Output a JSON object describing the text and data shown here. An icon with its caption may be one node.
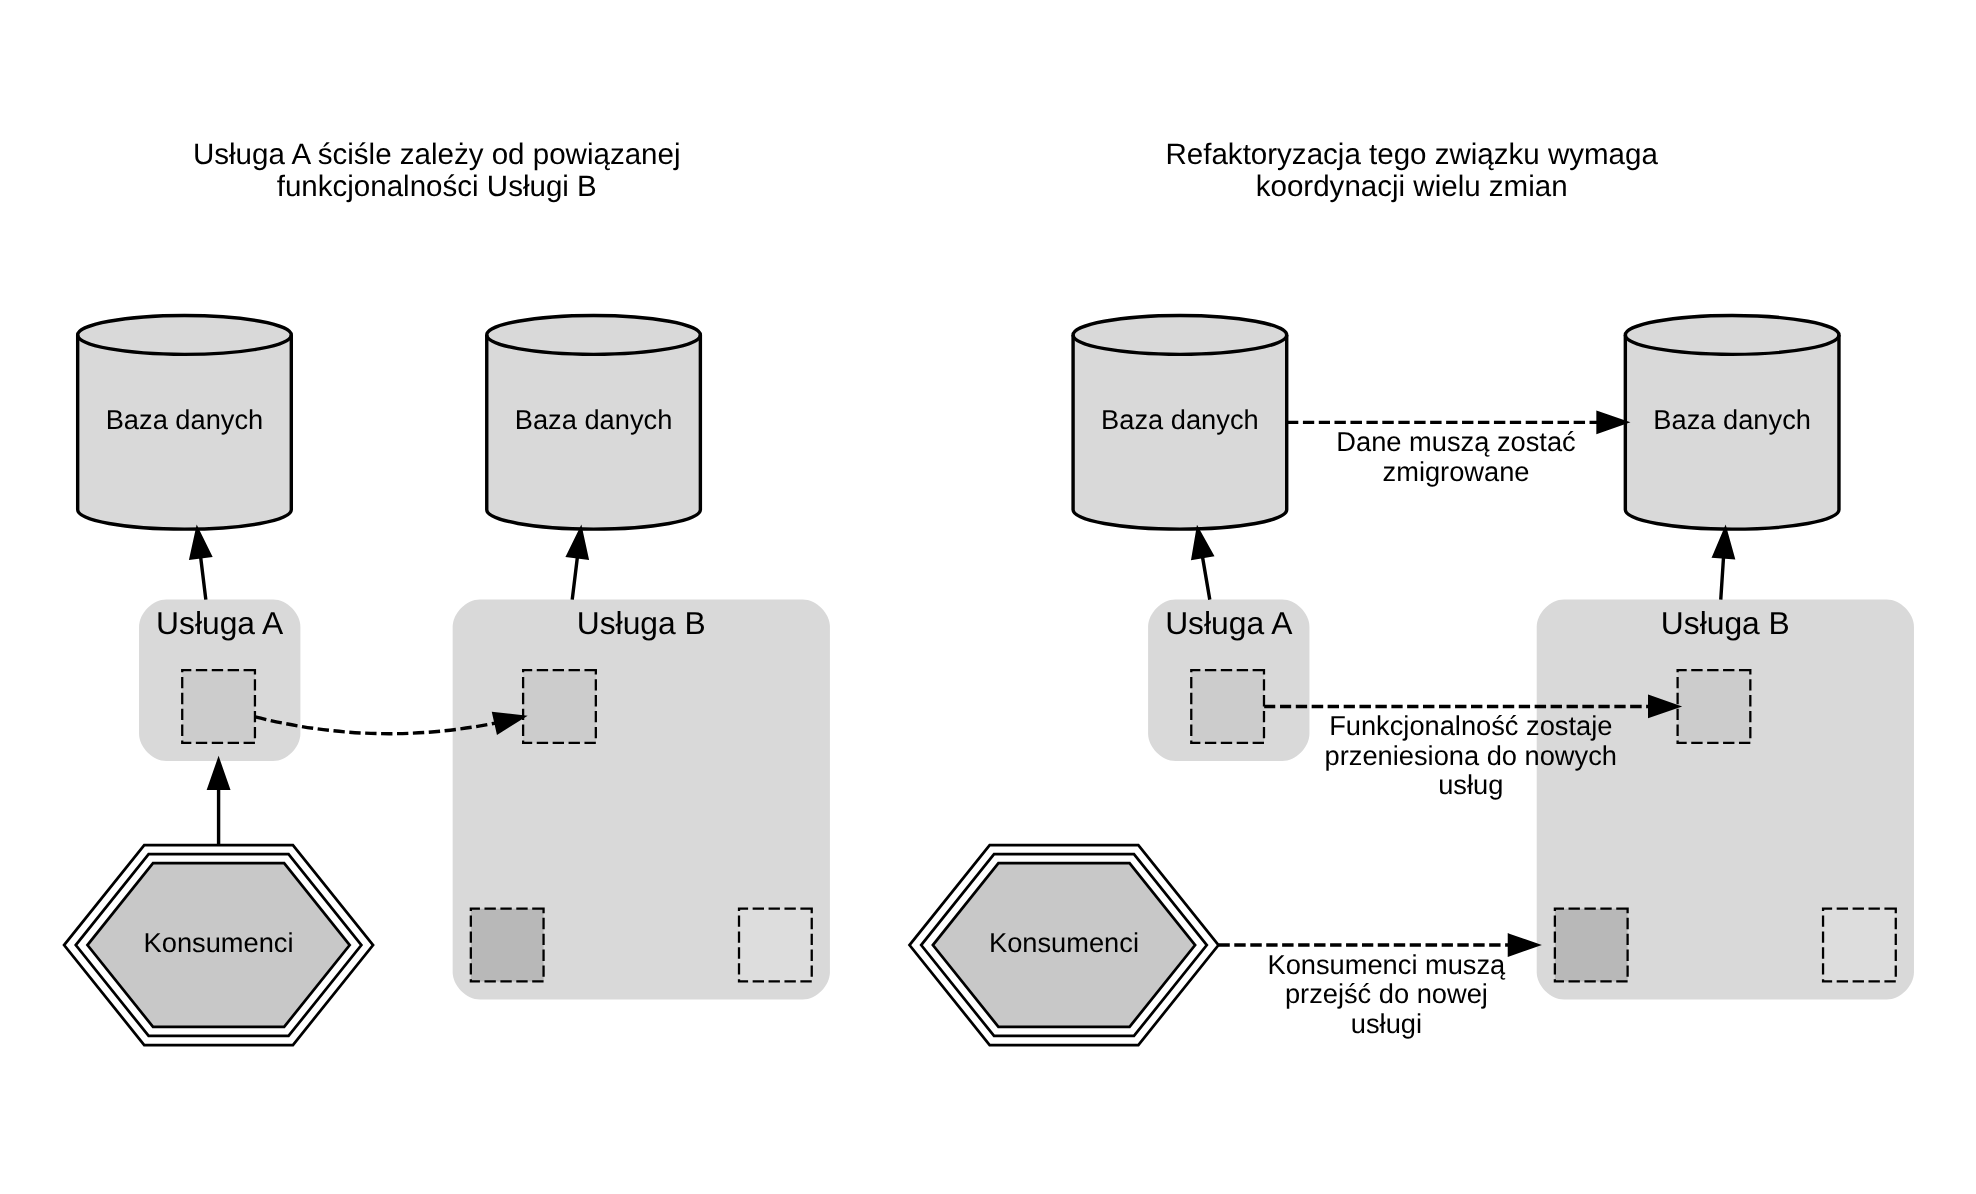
{
  "diagram": {
    "nodes": [
      {
        "text": [
          "Baza danych"
        ]
      },
      {
        "text": [
          "Baza danych"
        ]
      },
      {
        "text": [
          "Usługa A"
        ]
      },
      {
        "text": [],
        "shape": "box",
        "in": 2
      },
      {
        "text": [
          "Usługa B"
        ]
      },
      {
        "text": [],
        "shape": "box",
        "in": 4
      },
      {
        "text": [],
        "shape": "box",
        "in": 4
      },
      {
        "text": [],
        "shape": "box",
        "in": 4
      },
      {
        "text": [
          "Konsumenci"
        ]
      },
      {
        "text": [
          "Baza danych"
        ]
      },
      {
        "text": [
          "Baza danych"
        ]
      },
      {
        "text": [
          "Usługa A"
        ]
      },
      {
        "text": [],
        "shape": "box",
        "in": 11
      },
      {
        "text": [
          "Usługa B"
        ]
      },
      {
        "text": [],
        "shape": "box",
        "in": 13
      },
      {
        "text": [],
        "shape": "box",
        "in": 13
      },
      {
        "text": [],
        "shape": "box",
        "in": 13
      },
      {
        "text": [
          "Konsumenci"
        ]
      }
    ],
    "edges": [
      {
        "from": 2,
        "to": 0,
        "arrow": "to"
      },
      {
        "from": 4,
        "to": 1,
        "arrow": "to"
      },
      {
        "from": 3,
        "to": 5,
        "arrow": "to",
        "style": "dashed"
      },
      {
        "from": 8,
        "to": 2,
        "arrow": "to"
      },
      {
        "from": 11,
        "to": 9,
        "arrow": "to"
      },
      {
        "from": 13,
        "to": 10,
        "arrow": "to"
      },
      {
        "from": 9,
        "to": 10,
        "arrow": "to",
        "style": "dashed",
        "label": "Dane muszą zostać zmigrowane"
      },
      {
        "from": 12,
        "to": 14,
        "arrow": "to",
        "style": "dashed",
        "label": "Funkcjonalność zostaje przeniesiona do nowych usług"
      },
      {
        "from": 17,
        "to": 13,
        "arrow": "to",
        "style": "dashed",
        "label": "Konsumenci muszą przejść do nowej usługi"
      }
    ],
    "labels": [
      "Usługa A ściśle zależy od powiązanej funkcjonalności Usługi B",
      "Refaktoryzacja tego związku wymaga koordynacji wielu zmian"
    ]
  }
}
